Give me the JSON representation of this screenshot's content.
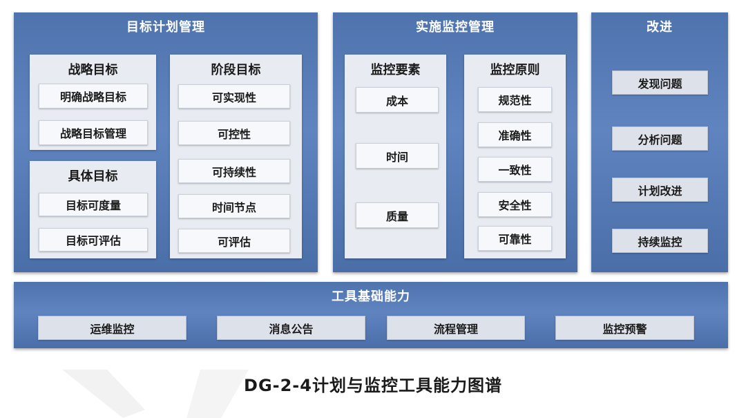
{
  "target_panel": {
    "title": "目标计划管理",
    "strategic": {
      "title": "战略目标",
      "items": [
        "明确战略目标",
        "战略目标管理"
      ]
    },
    "specific": {
      "title": "具体目标",
      "items": [
        "目标可度量",
        "目标可评估"
      ]
    },
    "phase": {
      "title": "阶段目标",
      "items": [
        "可实现性",
        "可控性",
        "可持续性",
        "时间节点",
        "可评估"
      ]
    }
  },
  "monitor_panel": {
    "title": "实施监控管理",
    "elements": {
      "title": "监控要素",
      "items": [
        "成本",
        "时间",
        "质量"
      ]
    },
    "principles": {
      "title": "监控原则",
      "items": [
        "规范性",
        "准确性",
        "一致性",
        "安全性",
        "可靠性"
      ]
    }
  },
  "improve_panel": {
    "title": "改进",
    "items": [
      "发现问题",
      "分析问题",
      "计划改进",
      "持续监控"
    ]
  },
  "tools_panel": {
    "title": "工具基础能力",
    "items": [
      "运维监控",
      "消息公告",
      "流程管理",
      "监控预警"
    ]
  },
  "caption": "DG-2-4计划与监控工具能力图谱",
  "colors": {
    "panel": "#5579b4",
    "subpanel": "#e8ebf1",
    "item": "#f7f8fb"
  }
}
